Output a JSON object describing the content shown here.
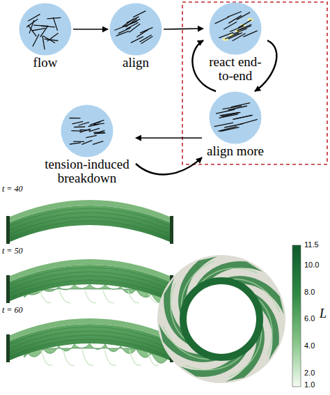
{
  "diagram": {
    "nodes": [
      {
        "text": [
          "flow"
        ]
      },
      {
        "text": [
          "align"
        ]
      },
      {
        "text": [
          "react end-to-end"
        ]
      },
      {
        "text": [
          "align more"
        ]
      },
      {
        "text": [
          "tension-induced breakdown"
        ]
      }
    ],
    "edges": [
      {
        "from": 0,
        "to": 1,
        "arrow": "to"
      },
      {
        "from": 1,
        "to": 2,
        "arrow": "to"
      },
      {
        "from": 2,
        "to": 3,
        "arrow": "to"
      },
      {
        "from": 3,
        "to": 2,
        "arrow": "to"
      },
      {
        "from": 3,
        "to": 4,
        "arrow": "to"
      },
      {
        "from": 4,
        "to": 3,
        "arrow": "to"
      }
    ],
    "labels": [
      "t = 40",
      "t = 50",
      "t = 60",
      "11.5",
      "10.0",
      "8.0",
      "6.0",
      "4.0",
      "2.0",
      "1.0",
      "L"
    ]
  }
}
